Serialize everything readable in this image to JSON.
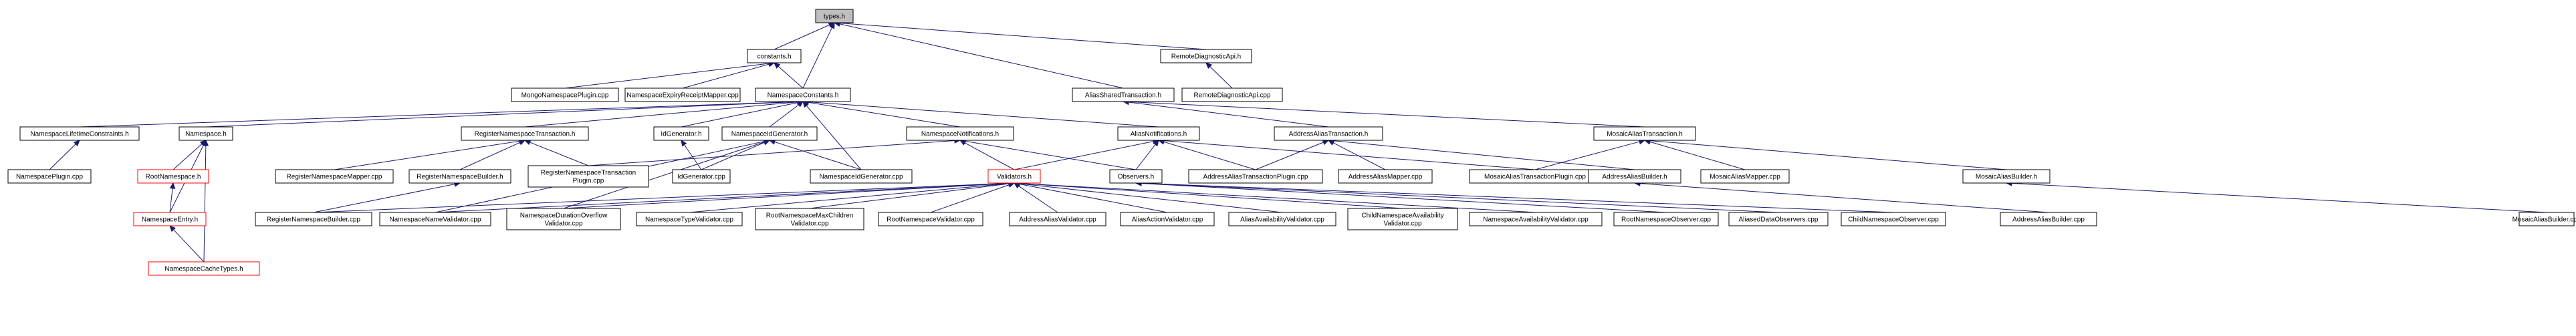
{
  "nodes": {
    "types_h": {
      "label": [
        "types.h"
      ],
      "style": "root"
    },
    "constants_h": {
      "label": [
        "constants.h"
      ]
    },
    "remote_diag_api_h": {
      "label": [
        "RemoteDiagnosticApi.h"
      ]
    },
    "mongo_ns_plugin": {
      "label": [
        "MongoNamespacePlugin.cpp"
      ]
    },
    "ns_expiry_mapper": {
      "label": [
        "NamespaceExpiryReceiptMapper.cpp"
      ]
    },
    "ns_constants_h": {
      "label": [
        "NamespaceConstants.h"
      ]
    },
    "alias_shared_tx_h": {
      "label": [
        "AliasSharedTransaction.h"
      ]
    },
    "remote_diag_api_cpp": {
      "label": [
        "RemoteDiagnosticApi.cpp"
      ]
    },
    "ns_lifetime_h": {
      "label": [
        "NamespaceLifetimeConstraints.h"
      ]
    },
    "namespace_h": {
      "label": [
        "Namespace.h"
      ]
    },
    "register_ns_tx_h": {
      "label": [
        "RegisterNamespaceTransaction.h"
      ]
    },
    "id_generator_h": {
      "label": [
        "IdGenerator.h"
      ]
    },
    "ns_id_generator_h": {
      "label": [
        "NamespaceIdGenerator.h"
      ]
    },
    "ns_notifications_h": {
      "label": [
        "NamespaceNotifications.h"
      ]
    },
    "alias_notifications_h": {
      "label": [
        "AliasNotifications.h"
      ]
    },
    "address_alias_tx_h": {
      "label": [
        "AddressAliasTransaction.h"
      ]
    },
    "mosaic_alias_tx_h": {
      "label": [
        "MosaicAliasTransaction.h"
      ]
    },
    "ns_plugin_cpp": {
      "label": [
        "NamespacePlugin.cpp"
      ]
    },
    "root_namespace_h": {
      "label": [
        "RootNamespace.h"
      ],
      "style": "red"
    },
    "register_ns_mapper": {
      "label": [
        "RegisterNamespaceMapper.cpp"
      ]
    },
    "register_ns_builder_h": {
      "label": [
        "RegisterNamespaceBuilder.h"
      ]
    },
    "register_ns_tx_plugin": {
      "label": [
        "RegisterNamespaceTransaction",
        "Plugin.cpp"
      ]
    },
    "id_generator_cpp": {
      "label": [
        "IdGenerator.cpp"
      ]
    },
    "ns_id_generator_cpp": {
      "label": [
        "NamespaceIdGenerator.cpp"
      ]
    },
    "validators_h": {
      "label": [
        "Validators.h"
      ],
      "style": "red"
    },
    "observers_h": {
      "label": [
        "Observers.h"
      ]
    },
    "address_alias_tx_plugin": {
      "label": [
        "AddressAliasTransactionPlugin.cpp"
      ]
    },
    "address_alias_mapper": {
      "label": [
        "AddressAliasMapper.cpp"
      ]
    },
    "mosaic_alias_tx_plugin": {
      "label": [
        "MosaicAliasTransactionPlugin.cpp"
      ]
    },
    "address_alias_builder_h": {
      "label": [
        "AddressAliasBuilder.h"
      ]
    },
    "mosaic_alias_mapper": {
      "label": [
        "MosaicAliasMapper.cpp"
      ]
    },
    "mosaic_alias_builder_h": {
      "label": [
        "MosaicAliasBuilder.h"
      ]
    },
    "namespace_entry_h": {
      "label": [
        "NamespaceEntry.h"
      ],
      "style": "red"
    },
    "ns_cache_types_h": {
      "label": [
        "NamespaceCacheTypes.h"
      ],
      "style": "red"
    },
    "register_ns_builder_cpp": {
      "label": [
        "RegisterNamespaceBuilder.cpp"
      ]
    },
    "ns_name_validator": {
      "label": [
        "NamespaceNameValidator.cpp"
      ]
    },
    "ns_duration_overflow_validator": {
      "label": [
        "NamespaceDurationOverflow",
        "Validator.cpp"
      ]
    },
    "ns_type_validator": {
      "label": [
        "NamespaceTypeValidator.cpp"
      ]
    },
    "root_ns_max_children_validator": {
      "label": [
        "RootNamespaceMaxChildren",
        "Validator.cpp"
      ]
    },
    "root_ns_validator": {
      "label": [
        "RootNamespaceValidator.cpp"
      ]
    },
    "address_alias_validator": {
      "label": [
        "AddressAliasValidator.cpp"
      ]
    },
    "alias_action_validator": {
      "label": [
        "AliasActionValidator.cpp"
      ]
    },
    "alias_availability_validator": {
      "label": [
        "AliasAvailabilityValidator.cpp"
      ]
    },
    "child_ns_availability_validator": {
      "label": [
        "ChildNamespaceAvailability",
        "Validator.cpp"
      ]
    },
    "ns_availability_validator": {
      "label": [
        "NamespaceAvailabilityValidator.cpp"
      ]
    },
    "root_ns_observer": {
      "label": [
        "RootNamespaceObserver.cpp"
      ]
    },
    "aliased_data_observers": {
      "label": [
        "AliasedDataObservers.cpp"
      ]
    },
    "child_ns_observer": {
      "label": [
        "ChildNamespaceObserver.cpp"
      ]
    },
    "address_alias_builder_cpp": {
      "label": [
        "AddressAliasBuilder.cpp"
      ]
    },
    "mosaic_alias_builder_cpp": {
      "label": [
        "MosaicAliasBuilder.cpp"
      ]
    }
  },
  "edges": [
    [
      "types_h",
      "constants_h"
    ],
    [
      "types_h",
      "ns_constants_h"
    ],
    [
      "types_h",
      "alias_shared_tx_h"
    ],
    [
      "types_h",
      "remote_diag_api_h"
    ],
    [
      "remote_diag_api_h",
      "remote_diag_api_cpp"
    ],
    [
      "constants_h",
      "mongo_ns_plugin"
    ],
    [
      "constants_h",
      "ns_expiry_mapper"
    ],
    [
      "constants_h",
      "ns_constants_h"
    ],
    [
      "alias_shared_tx_h",
      "address_alias_tx_h"
    ],
    [
      "alias_shared_tx_h",
      "mosaic_alias_tx_h"
    ],
    [
      "ns_constants_h",
      "ns_lifetime_h"
    ],
    [
      "ns_constants_h",
      "namespace_h"
    ],
    [
      "ns_constants_h",
      "register_ns_tx_h"
    ],
    [
      "ns_constants_h",
      "id_generator_h"
    ],
    [
      "ns_constants_h",
      "ns_id_generator_h"
    ],
    [
      "ns_constants_h",
      "ns_notifications_h"
    ],
    [
      "ns_constants_h",
      "alias_notifications_h"
    ],
    [
      "ns_constants_h",
      "ns_id_generator_cpp"
    ],
    [
      "ns_lifetime_h",
      "ns_plugin_cpp"
    ],
    [
      "namespace_h",
      "root_namespace_h"
    ],
    [
      "namespace_h",
      "namespace_entry_h"
    ],
    [
      "namespace_h",
      "ns_cache_types_h"
    ],
    [
      "root_namespace_h",
      "namespace_entry_h"
    ],
    [
      "namespace_entry_h",
      "ns_cache_types_h"
    ],
    [
      "register_ns_tx_h",
      "register_ns_mapper"
    ],
    [
      "register_ns_tx_h",
      "register_ns_builder_h"
    ],
    [
      "register_ns_tx_h",
      "register_ns_tx_plugin"
    ],
    [
      "register_ns_builder_h",
      "register_ns_builder_cpp"
    ],
    [
      "id_generator_h",
      "id_generator_cpp"
    ],
    [
      "ns_id_generator_h",
      "id_generator_cpp"
    ],
    [
      "ns_id_generator_h",
      "ns_id_generator_cpp"
    ],
    [
      "ns_id_generator_h",
      "ns_name_validator"
    ],
    [
      "ns_id_generator_h",
      "ns_duration_overflow_validator"
    ],
    [
      "ns_notifications_h",
      "register_ns_tx_plugin"
    ],
    [
      "ns_notifications_h",
      "validators_h"
    ],
    [
      "ns_notifications_h",
      "observers_h"
    ],
    [
      "alias_notifications_h",
      "validators_h"
    ],
    [
      "alias_notifications_h",
      "observers_h"
    ],
    [
      "alias_notifications_h",
      "address_alias_tx_plugin"
    ],
    [
      "alias_notifications_h",
      "mosaic_alias_tx_plugin"
    ],
    [
      "address_alias_tx_h",
      "address_alias_tx_plugin"
    ],
    [
      "address_alias_tx_h",
      "address_alias_mapper"
    ],
    [
      "address_alias_tx_h",
      "address_alias_builder_h"
    ],
    [
      "mosaic_alias_tx_h",
      "mosaic_alias_tx_plugin"
    ],
    [
      "mosaic_alias_tx_h",
      "mosaic_alias_mapper"
    ],
    [
      "mosaic_alias_tx_h",
      "mosaic_alias_builder_h"
    ],
    [
      "address_alias_builder_h",
      "address_alias_builder_cpp"
    ],
    [
      "mosaic_alias_builder_h",
      "mosaic_alias_builder_cpp"
    ],
    [
      "validators_h",
      "register_ns_builder_cpp"
    ],
    [
      "validators_h",
      "ns_name_validator"
    ],
    [
      "validators_h",
      "ns_duration_overflow_validator"
    ],
    [
      "validators_h",
      "ns_type_validator"
    ],
    [
      "validators_h",
      "root_ns_max_children_validator"
    ],
    [
      "validators_h",
      "root_ns_validator"
    ],
    [
      "validators_h",
      "address_alias_validator"
    ],
    [
      "validators_h",
      "alias_action_validator"
    ],
    [
      "validators_h",
      "alias_availability_validator"
    ],
    [
      "validators_h",
      "child_ns_availability_validator"
    ],
    [
      "validators_h",
      "ns_availability_validator"
    ],
    [
      "observers_h",
      "root_ns_observer"
    ],
    [
      "observers_h",
      "aliased_data_observers"
    ],
    [
      "observers_h",
      "child_ns_observer"
    ]
  ],
  "colors": {
    "edge": "#191970",
    "root_fill": "#bfbfbf",
    "highlight_border": "#ff0000"
  }
}
